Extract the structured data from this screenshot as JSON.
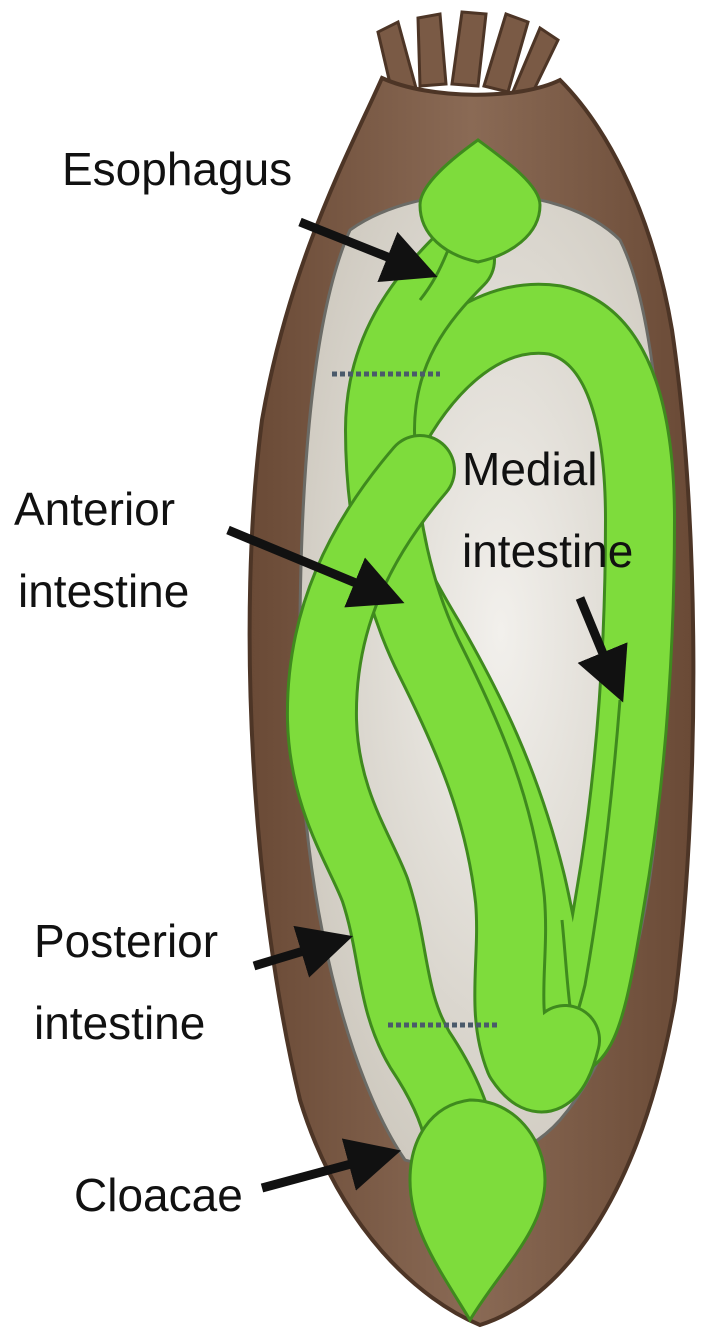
{
  "labels": {
    "esophagus": "Esophagus",
    "anterior_line1": "Anterior",
    "anterior_line2": "intestine",
    "medial_line1": "Medial",
    "medial_line2": "intestine",
    "posterior_line1": "Posterior",
    "posterior_line2": "intestine",
    "cloacae": "Cloacae"
  },
  "colors": {
    "body_wall": "#7a5a45",
    "body_cavity": "#dedad2",
    "gut": "#7edc3c",
    "gut_outline": "#3f8a1e",
    "arrow": "#111111"
  }
}
